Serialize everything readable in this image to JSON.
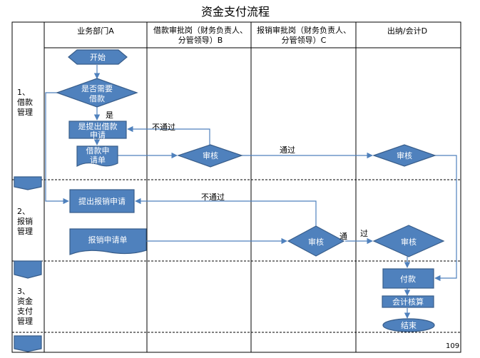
{
  "title": "资金支付流程",
  "page_number": "109",
  "columns": [
    "业务部门A",
    "借款审批岗（财务负责人、",
    "分管领导）B",
    "报销审批岗（财务负责人、",
    "分管领导）C",
    "出纳/会计D"
  ],
  "rows": {
    "row1": [
      "1、",
      "借款",
      "管理"
    ],
    "row2": [
      "2、",
      "报销",
      "管理"
    ],
    "row3": [
      "3、",
      "资金",
      "支付",
      "管理"
    ]
  },
  "nodes": {
    "start": "开始",
    "need_loan": [
      "是否需要",
      "借款"
    ],
    "submit_loan": [
      "是提出借款",
      "申请"
    ],
    "loan_form": [
      "借款申",
      "请单"
    ],
    "review_b": "审核",
    "review_d1": "审核",
    "submit_reimb": "提出报销申请",
    "reimb_form": "报销申请单",
    "review_c": "审核",
    "review_d2": "审核",
    "pay": "付款",
    "accounting": "会计核算",
    "end": "结束"
  },
  "edge_labels": {
    "yes": "是",
    "reject_b": "不通过",
    "pass_b": "通过",
    "reject_c": "不通过",
    "pass_c_1": "通",
    "pass_c_2": "过"
  },
  "colors": {
    "shape_fill": "#4f81bd",
    "shape_stroke": "#385d8a",
    "connector": "#4f81bd"
  }
}
